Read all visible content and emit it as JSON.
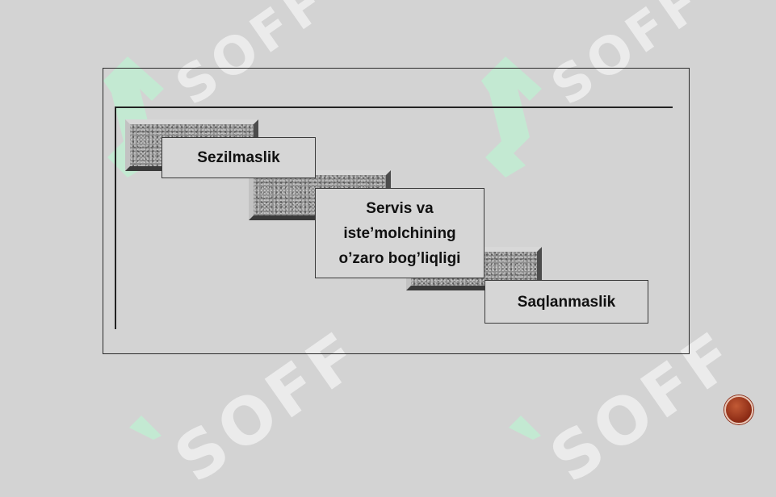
{
  "diagram": {
    "steps": [
      {
        "label": "Sezilmaslik"
      },
      {
        "label": "Servis va\niste’molchining\no’zaro bog’liqligi"
      },
      {
        "label": "Saqlanmaslik"
      }
    ]
  },
  "watermark": {
    "text": "SOFF"
  },
  "colors": {
    "background": "#d3d3d3",
    "box_fill": "#d6d6d6",
    "watermark_green": "#c9f0d8",
    "nav_button": "#a33d1e"
  }
}
